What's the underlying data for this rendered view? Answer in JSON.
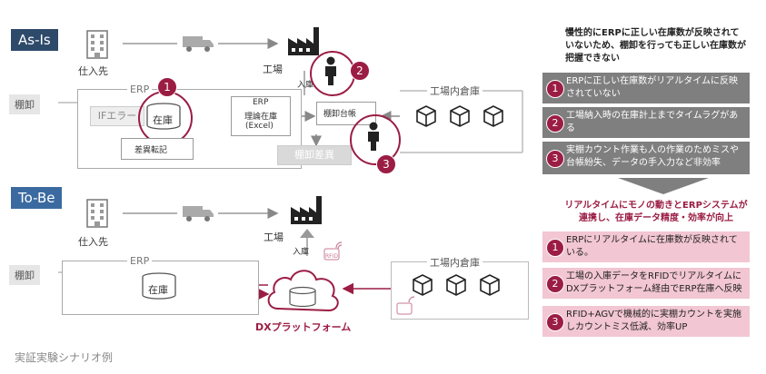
{
  "asis": {
    "tag": "As-Is",
    "supplier": "仕入先",
    "factory": "工場",
    "receiving": "入庫",
    "side_label": "棚卸",
    "erp_title": "ERP",
    "if_error": "IFエラー",
    "stock_db": "在庫",
    "erp_theory_line1": "ERP",
    "erp_theory_line2": "理論在庫",
    "erp_theory_line3": "(Excel)",
    "ledger": "棚卸台帳",
    "warehouse": "工場内倉庫",
    "diff_record": "差異転記",
    "inventory_diff": "棚卸差異",
    "markers": [
      "1",
      "2",
      "3"
    ]
  },
  "tobe": {
    "tag": "To-Be",
    "supplier": "仕入先",
    "factory": "工場",
    "receiving": "入庫",
    "side_label": "棚卸",
    "erp_title": "ERP",
    "stock_db": "在庫",
    "warehouse": "工場内倉庫",
    "dx_platform": "DXプラットフォーム",
    "rfid": "RFID"
  },
  "right": {
    "asis_heading": "慢性的にERPに正しい在庫数が反映されていないため、棚卸を行っても正しい在庫数が把握できない",
    "asis_items": [
      {
        "num": "1",
        "text": "ERPに正しい在庫数がリアルタイムに反映されていない"
      },
      {
        "num": "2",
        "text": "工場納入時の在庫計上までタイムラグがある"
      },
      {
        "num": "3",
        "text": "実棚カウント作業も人の作業のためミスや台帳紛失、データの手入力など非効率"
      }
    ],
    "tobe_heading": "リアルタイムにモノの動きとERPシステムが連携し、在庫データ精度・効率が向上",
    "tobe_items": [
      {
        "num": "1",
        "text": "ERPにリアルタイムに在庫数が反映されている。"
      },
      {
        "num": "2",
        "text": "工場の入庫データをRFIDでリアルタイムにDXプラットフォーム経由でERP在庫へ反映"
      },
      {
        "num": "3",
        "text": "RFID+AGVで機械的に実棚カウントを実施しカウントミス低減、効率UP"
      }
    ]
  },
  "caption": "実証実験シナリオ例",
  "colors": {
    "navy": "#2e4a6b",
    "accent": "#9b1d44",
    "gray_note": "#7f7f7f",
    "pink_note": "#f2c6d3"
  },
  "icons": [
    "building-icon",
    "truck-icon",
    "factory-icon",
    "person-icon",
    "box-icon",
    "database-icon",
    "cloud-icon",
    "rfid-icon"
  ]
}
